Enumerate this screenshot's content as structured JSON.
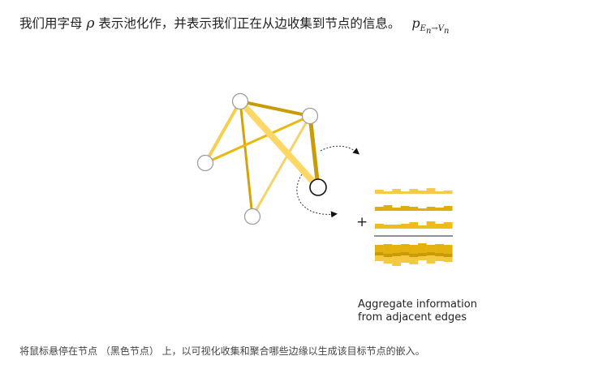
{
  "intro": {
    "text_before": "我们用字母",
    "symbol": "ρ",
    "text_after": "表示池化作，并表示我们正在从边收集到节点的信息。",
    "formula_base": "p",
    "formula_subscript": "E",
    "formula_sub_n1": "n",
    "formula_arrow": "→V",
    "formula_sub_n2": "n"
  },
  "figure": {
    "plus_sign": "+",
    "caption_line1": "Aggregate information",
    "caption_line2": "from adjacent edges"
  },
  "colors": {
    "edge_light": "#f5cf4f",
    "edge_mid": "#e9b90e",
    "edge_dark": "#c99b06",
    "node_fill": "#ffffff",
    "node_stroke": "#999999",
    "target_stroke": "#111111"
  },
  "footer": {
    "text": "将鼠标悬停在节点 （黑色节点） 上，以可视化收集和聚合哪些边缘以生成该目标节点的嵌入。"
  }
}
